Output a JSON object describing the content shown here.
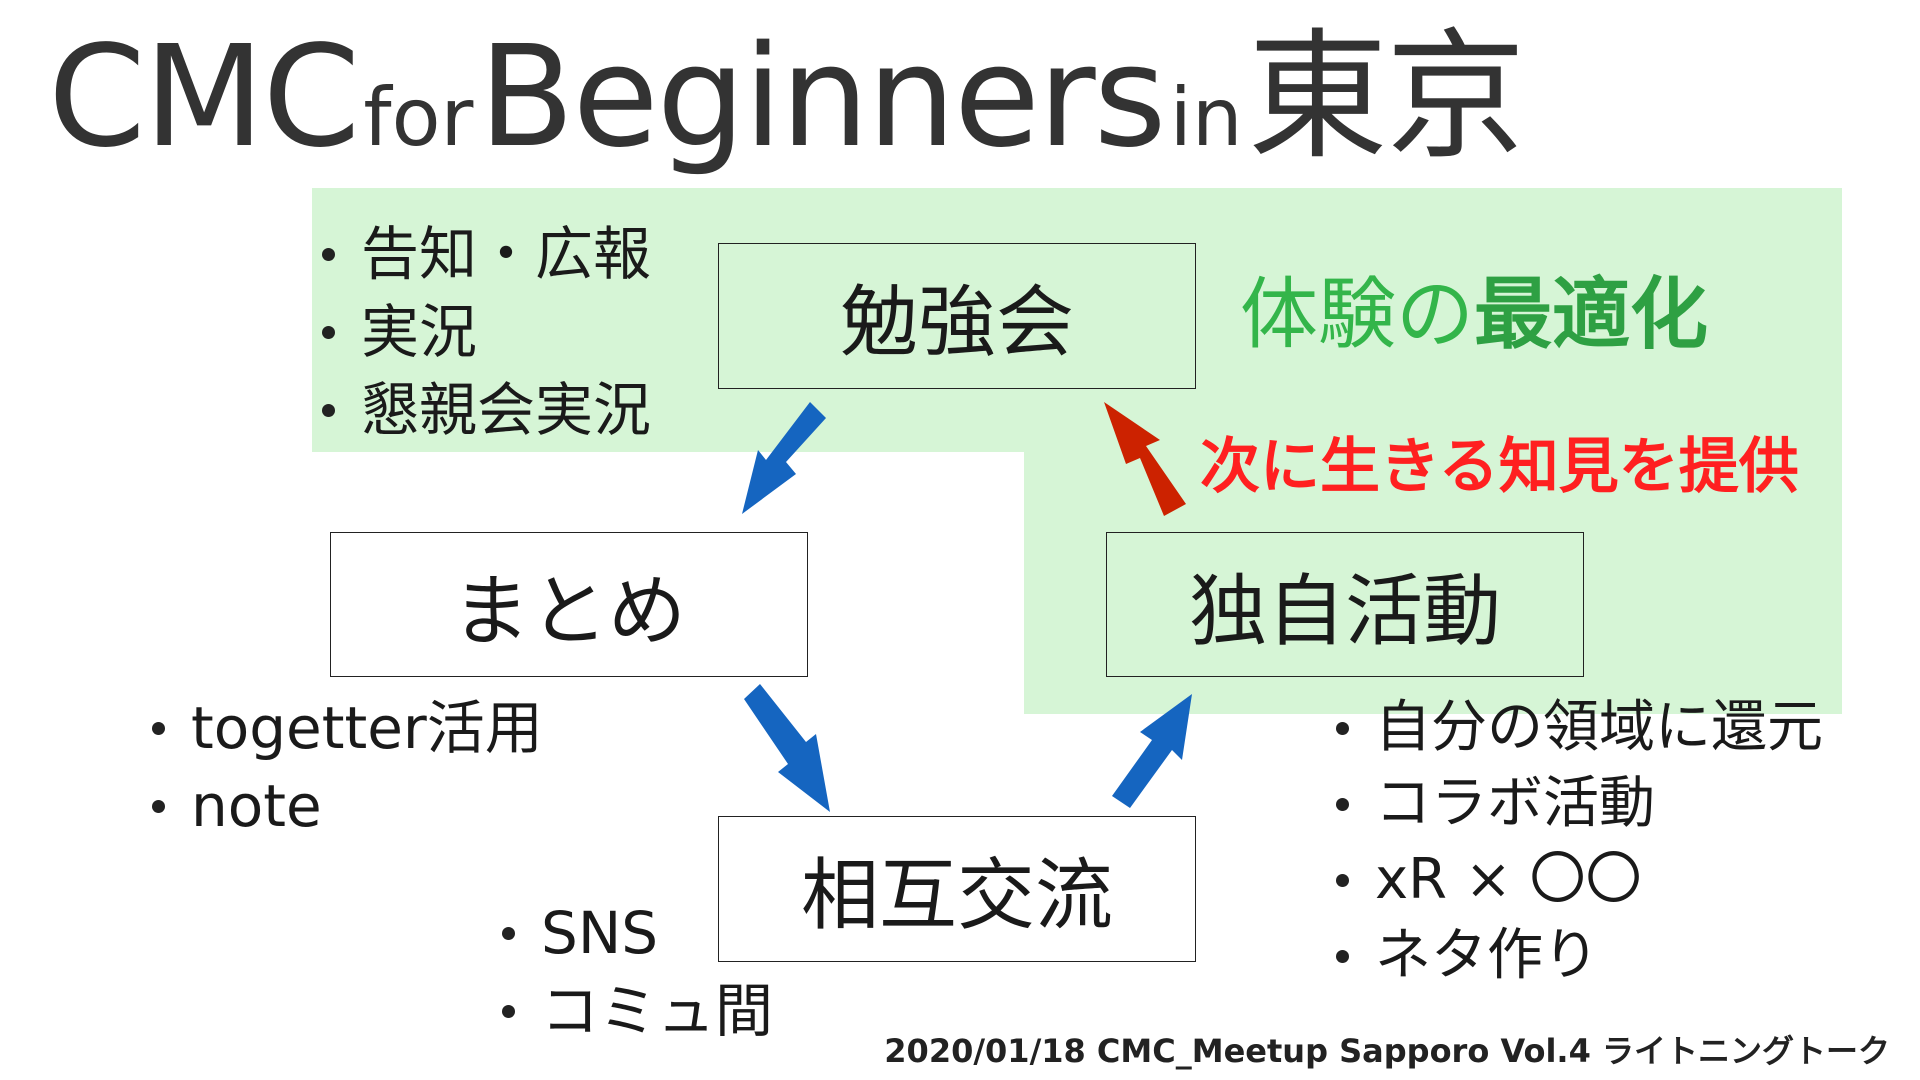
{
  "title": {
    "part1": "CMC",
    "part2": "for",
    "part3": "Beginners",
    "part4": "in",
    "part5": "東京"
  },
  "nodes": {
    "study": "勉強会",
    "summary": "まとめ",
    "exchange": "相互交流",
    "own": "独自活動"
  },
  "lists": {
    "study": [
      "告知・広報",
      "実況",
      "懇親会実況"
    ],
    "summary": [
      "togetter活用",
      "note"
    ],
    "exchange": [
      "SNS",
      "コミュ間"
    ],
    "own": [
      "自分の領域に還元",
      "コラボ活動",
      "xR × 〇〇",
      "ネタ作り"
    ]
  },
  "labels": {
    "optim_plain": "体験の",
    "optim_bold": "最適化",
    "provide": "次に生きる知見を提供"
  },
  "footer": "2020/01/18 CMC_Meetup Sapporo Vol.4 ライトニングトーク",
  "colors": {
    "highlight": "#d6f5d6",
    "arrow_blue": "#1565c0",
    "arrow_red": "#cc2200",
    "optim": "#33b54a",
    "provide": "#ff2020"
  }
}
